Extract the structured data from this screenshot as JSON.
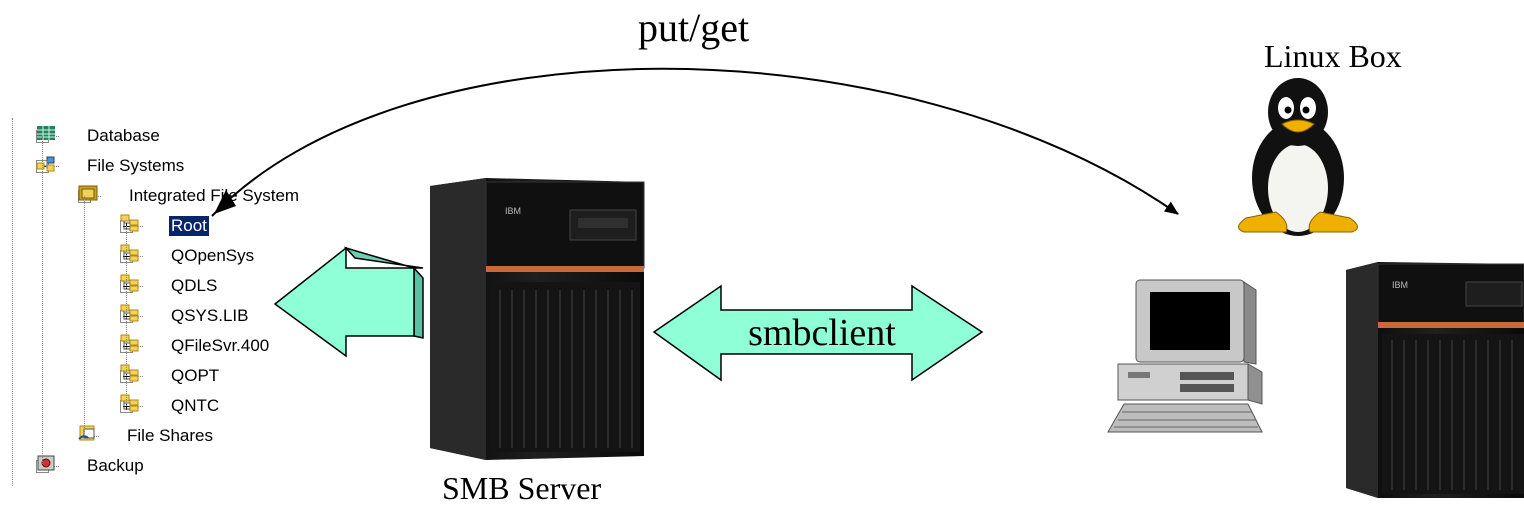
{
  "labels": {
    "put_get": "put/get",
    "linux_box": "Linux Box",
    "smb_server": "SMB Server",
    "smbclient": "smbclient"
  },
  "tree": {
    "items": [
      {
        "label": "Database",
        "icon": "database-icon",
        "expander": "plus",
        "level": 0
      },
      {
        "label": "File Systems",
        "icon": "file-systems-icon",
        "expander": "minus",
        "level": 0
      },
      {
        "label": "Integrated File System",
        "icon": "folder-icon",
        "expander": "minus",
        "level": 1
      },
      {
        "label": "Root",
        "icon": "folder-tree-icon",
        "expander": "plus",
        "level": 2,
        "selected": true
      },
      {
        "label": "QOpenSys",
        "icon": "folder-tree-icon",
        "expander": "plus",
        "level": 2
      },
      {
        "label": "QDLS",
        "icon": "folder-tree-icon",
        "expander": "plus",
        "level": 2
      },
      {
        "label": "QSYS.LIB",
        "icon": "folder-tree-icon",
        "expander": "plus",
        "level": 2
      },
      {
        "label": "QFileSvr.400",
        "icon": "folder-tree-icon",
        "expander": "plus",
        "level": 2
      },
      {
        "label": "QOPT",
        "icon": "folder-tree-icon",
        "expander": "plus",
        "level": 2
      },
      {
        "label": "QNTC",
        "icon": "folder-tree-icon",
        "expander": "plus",
        "level": 2
      },
      {
        "label": "File Shares",
        "icon": "file-shares-icon",
        "expander": "none",
        "level": 1
      },
      {
        "label": "Backup",
        "icon": "backup-icon",
        "expander": "plus",
        "level": 0
      }
    ]
  },
  "colors": {
    "arrow_fill": "#8fffd8",
    "selection": "#0a246a",
    "server_body": "#161616",
    "server_accent": "#c86a3c"
  }
}
